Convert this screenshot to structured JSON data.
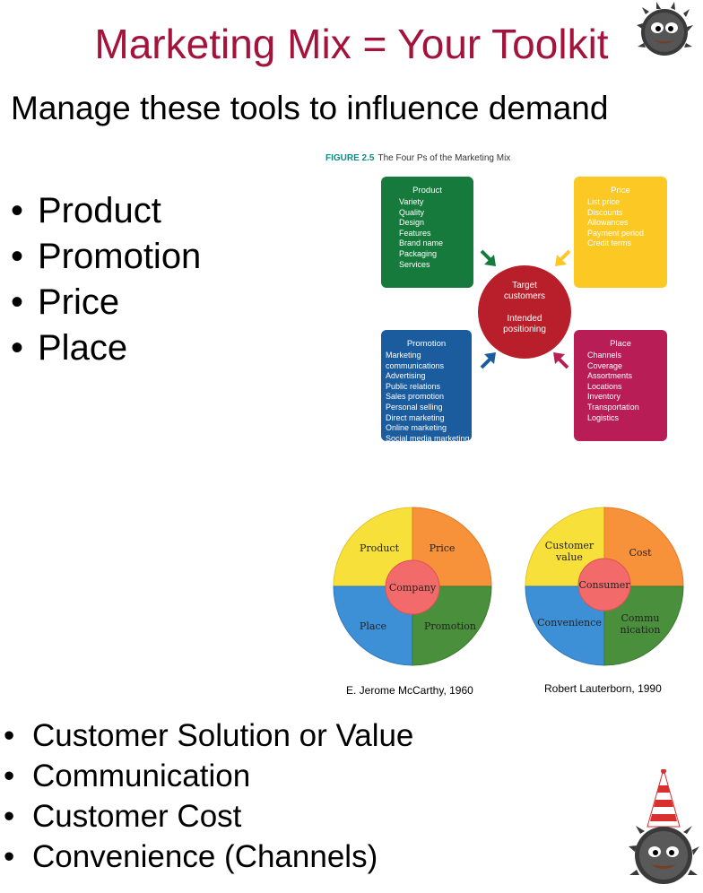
{
  "title": "Marketing Mix = Your Toolkit",
  "subtitle": "Manage these tools to influence demand",
  "bullets_4p": [
    "Product",
    "Promotion",
    "Price",
    "Place"
  ],
  "bullets_4c": [
    "Customer Solution or Value",
    "Communication",
    "Customer Cost",
    "Convenience (Channels)"
  ],
  "figure": {
    "label": "FIGURE 2.5",
    "caption": "The Four Ps of the Marketing Mix",
    "center": {
      "line1": "Target",
      "line2": "customers",
      "line3": "Intended",
      "line4": "positioning"
    },
    "boxes": {
      "product": {
        "title": "Product",
        "items": [
          "Variety",
          "Quality",
          "Design",
          "Features",
          "Brand name",
          "Packaging",
          "Services"
        ],
        "color": "#177a3d"
      },
      "price": {
        "title": "Price",
        "items": [
          "List price",
          "Discounts",
          "Allowances",
          "Payment period",
          "Credit terms"
        ],
        "color": "#fcc823"
      },
      "promotion": {
        "title": "Promotion",
        "items": [
          "Marketing communications",
          "Advertising",
          "Public relations",
          "Sales promotion",
          "Personal selling",
          "Direct marketing",
          "Online marketing",
          "Social media marketing"
        ],
        "color": "#1b5c9f"
      },
      "place": {
        "title": "Place",
        "items": [
          "Channels",
          "Coverage",
          "Assortments",
          "Locations",
          "Inventory",
          "Transportation",
          "Logistics"
        ],
        "color": "#b81d56"
      }
    }
  },
  "wheels": {
    "mccarthy": {
      "center": "Company",
      "q1": "Product",
      "q2": "Price",
      "q3": "Place",
      "q4": "Promotion",
      "caption": "E. Jerome McCarthy, 1960"
    },
    "lauterborn": {
      "center": "Consumer",
      "q1a": "Customer",
      "q1b": "value",
      "q2": "Cost",
      "q3": "Convenience",
      "q4a": "Commu",
      "q4b": "nication",
      "caption": "Robert Lauterborn, 1990"
    }
  },
  "colors": {
    "title": "#a3133b",
    "yellow": "#f8e03b",
    "orange": "#f7913a",
    "blue": "#3d8fd6",
    "green": "#4a8f3c",
    "hub": "#f26a6a"
  },
  "icons": [
    "mascot-icon",
    "party-hat-mascot-icon"
  ]
}
